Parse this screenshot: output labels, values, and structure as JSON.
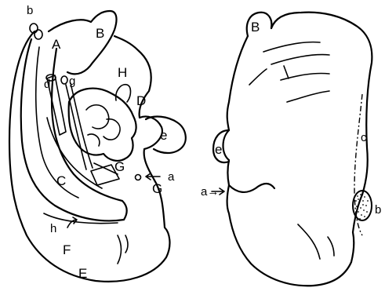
{
  "left_view": {
    "labels": {
      "b": "b",
      "A": "A",
      "B": "B",
      "d": "d",
      "g": "g",
      "H": "H",
      "D": "D",
      "e": "e",
      "C": "C",
      "G_inner": "G",
      "G_outer": "G",
      "a": "a",
      "arrow_a": "←a",
      "h": "h",
      "F": "F",
      "E": "E"
    }
  },
  "right_view": {
    "labels": {
      "B": "B",
      "e": "e",
      "c": "c",
      "a": "a→",
      "b": "b"
    }
  }
}
